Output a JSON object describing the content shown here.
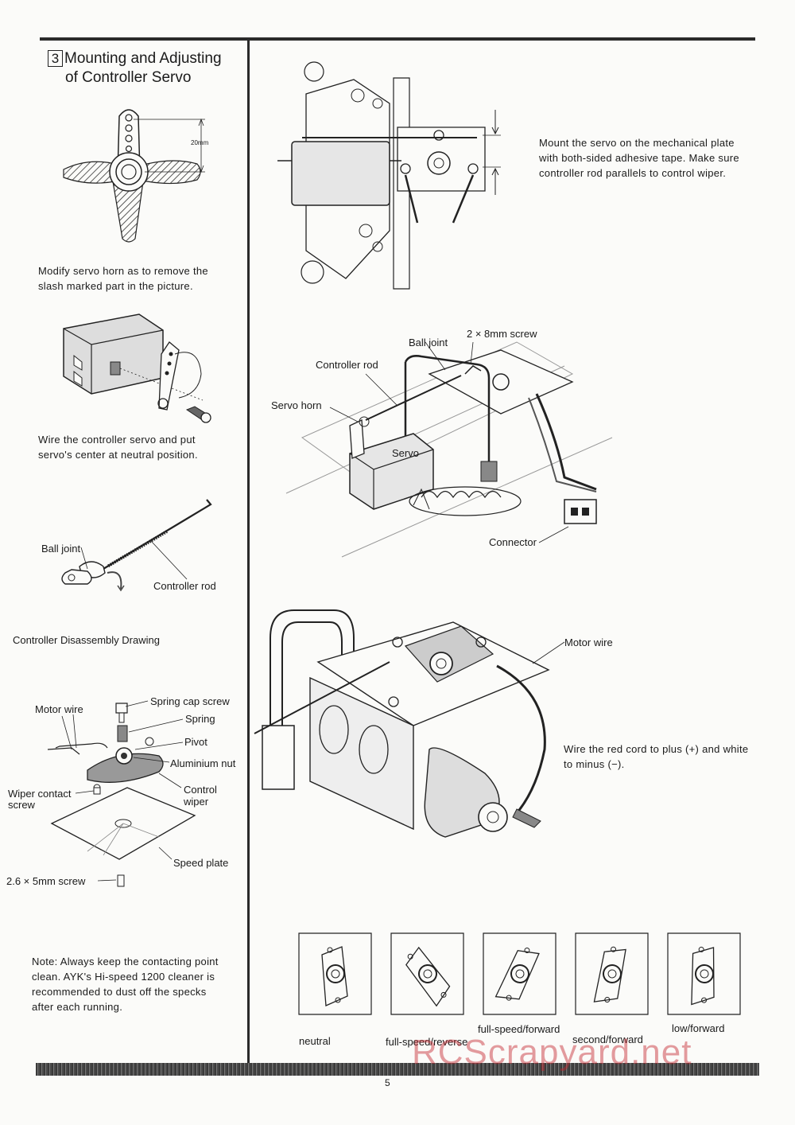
{
  "section": {
    "number": "3",
    "title_line1": "Mounting and Adjusting",
    "title_line2": "of Controller Servo"
  },
  "left_column": {
    "horn_dimension": "20mm",
    "horn_instruction": "Modify servo horn as to remove the slash marked part in the picture.",
    "servo_instruction": "Wire the controller servo and put servo's center at neutral position.",
    "rod_labels": {
      "ball_joint": "Ball joint",
      "controller_rod": "Controller rod"
    },
    "disassembly_title": "Controller Disassembly Drawing",
    "disassembly_labels": {
      "motor_wire": "Motor wire",
      "spring_cap_screw": "Spring cap screw",
      "spring": "Spring",
      "pivot": "Pivot",
      "aluminium_nut": "Aluminium nut",
      "control_wiper_1": "Control",
      "control_wiper_2": "wiper",
      "wiper_contact_screw_1": "Wiper contact",
      "wiper_contact_screw_2": "screw",
      "speed_plate": "Speed plate",
      "small_screw": "2.6 × 5mm screw"
    },
    "note": "Note: Always keep the contacting point clean. AYK's Hi-speed 1200 cleaner is recommended to dust off the specks after each running."
  },
  "right_column": {
    "mount_instruction": "Mount the servo on the mechanical plate with both-sided adhesive tape. Make sure controller rod parallels to control wiper.",
    "assembly_labels": {
      "ball_joint": "Ball joint",
      "screw": "2 × 8mm screw",
      "controller_rod": "Controller rod",
      "servo_horn": "Servo horn",
      "servo": "Servo",
      "connector": "Connector"
    },
    "motor_wire_label": "Motor wire",
    "wire_instruction": "Wire the red cord to plus (+) and white to minus (−).",
    "positions": [
      {
        "label": "neutral",
        "angle": 0
      },
      {
        "label": "full-speed/reverse",
        "angle": -32
      },
      {
        "label": "full-speed/forward",
        "angle": 30
      },
      {
        "label": "second/forward",
        "angle": 16
      },
      {
        "label": "low/forward",
        "angle": 6
      }
    ]
  },
  "watermark": "RCScrapyard.net",
  "page_number": "5"
}
